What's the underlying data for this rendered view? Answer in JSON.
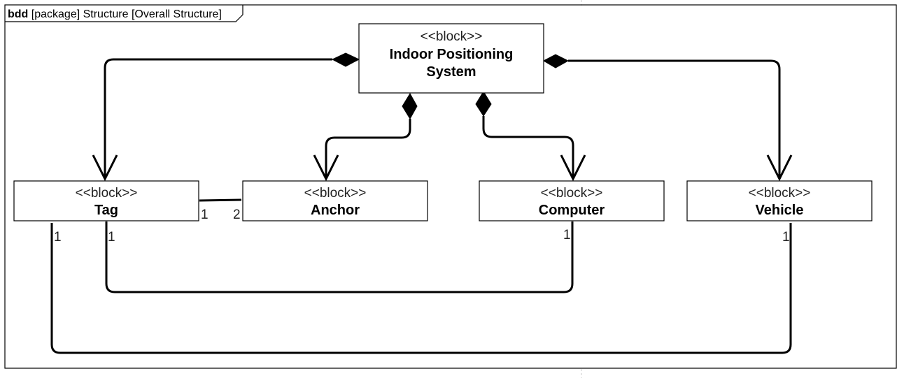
{
  "frame": {
    "kind": "bdd",
    "label": " [package] Structure [Overall Structure]"
  },
  "blocks": {
    "ips": {
      "stereotype": "<<block>>",
      "name_line1": "Indoor Positioning",
      "name_line2": "System"
    },
    "tag": {
      "stereotype": "<<block>>",
      "name": "Tag"
    },
    "anchor": {
      "stereotype": "<<block>>",
      "name": "Anchor"
    },
    "computer": {
      "stereotype": "<<block>>",
      "name": "Computer"
    },
    "vehicle": {
      "stereotype": "<<block>>",
      "name": "Vehicle"
    }
  },
  "multiplicities": {
    "tag_anchor_tag_end": "1",
    "tag_anchor_anchor_end": "2",
    "tag_vehicle_tag_end": "1",
    "tag_computer_tag_end": "1",
    "tag_computer_computer_end": "1",
    "tag_vehicle_vehicle_end": "1"
  },
  "relationships": [
    {
      "type": "composition",
      "whole": "Indoor Positioning System",
      "part": "Tag"
    },
    {
      "type": "composition",
      "whole": "Indoor Positioning System",
      "part": "Anchor"
    },
    {
      "type": "composition",
      "whole": "Indoor Positioning System",
      "part": "Computer"
    },
    {
      "type": "composition",
      "whole": "Indoor Positioning System",
      "part": "Vehicle"
    },
    {
      "type": "association",
      "ends": [
        "Tag",
        "Anchor"
      ]
    },
    {
      "type": "association",
      "ends": [
        "Tag",
        "Computer"
      ]
    },
    {
      "type": "association",
      "ends": [
        "Tag",
        "Vehicle"
      ]
    }
  ]
}
